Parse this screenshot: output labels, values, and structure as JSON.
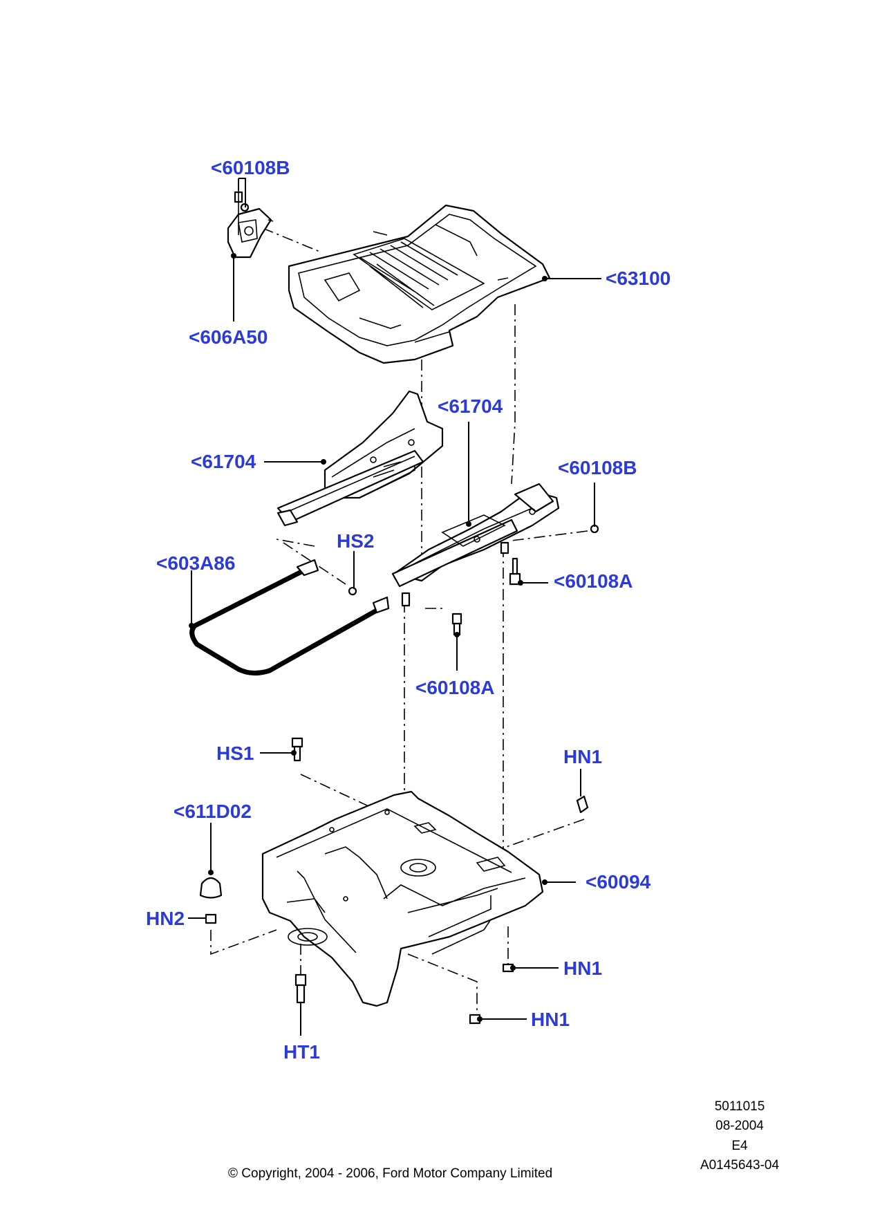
{
  "callouts": {
    "c60108B_top": "<60108B",
    "c606A50": "<606A50",
    "c63100": "<63100",
    "c61704_right": "<61704",
    "c61704_left": "<61704",
    "c60108B_right": "<60108B",
    "cHS2": "HS2",
    "c603A86": "<603A86",
    "c60108A_right": "<60108A",
    "c60108A_lower": "<60108A",
    "cHS1": "HS1",
    "cHN1_top": "HN1",
    "c611D02": "<611D02",
    "c60094": "<60094",
    "cHN2": "HN2",
    "cHN1_mid": "HN1",
    "cHN1_bottom": "HN1",
    "cHT1": "HT1"
  },
  "footer": {
    "code": "5011015",
    "date": "08-2004",
    "edition": "E4",
    "ref": "A0145643-04",
    "copyright": "© Copyright, 2004 - 2006, Ford Motor Company Limited"
  },
  "colors": {
    "callout": "#2b3bd9",
    "line": "#000000"
  }
}
